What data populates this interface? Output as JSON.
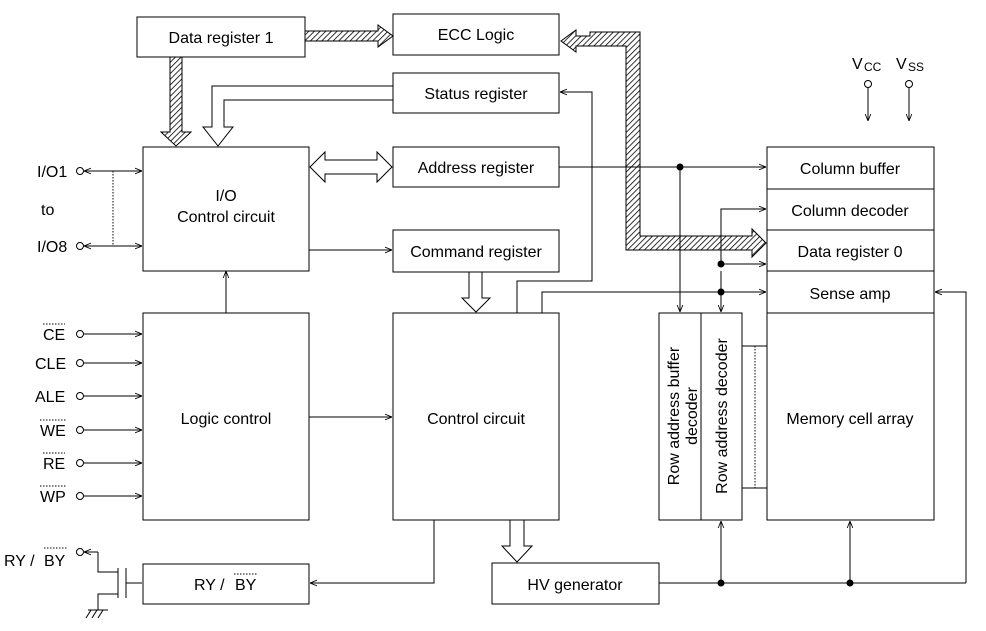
{
  "blocks": {
    "data_register_1": "Data register 1",
    "ecc_logic": "ECC Logic",
    "status_register": "Status register",
    "io_control_1": "I/O",
    "io_control_2": "Control circuit",
    "address_register": "Address register",
    "command_register": "Command register",
    "column_buffer": "Column buffer",
    "column_decoder": "Column decoder",
    "data_register_0": "Data register 0",
    "sense_amp": "Sense amp",
    "logic_control": "Logic control",
    "control_circuit": "Control circuit",
    "row_addr_buffer_1": "Row address buffer",
    "row_addr_buffer_2": "decoder",
    "row_addr_decoder": "Row address decoder",
    "memory_cell_array": "Memory cell array",
    "ry_by_box_ry": "RY /",
    "ry_by_box_by": "BY",
    "hv_generator": "HV generator"
  },
  "pins": {
    "io1": "I/O1",
    "to": "to",
    "io8": "I/O8",
    "ce": "CE",
    "cle": "CLE",
    "ale": "ALE",
    "we": "WE",
    "re": "RE",
    "wp": "WP",
    "ry": "RY /",
    "by": "BY",
    "vcc_main": "V",
    "vcc_sub": "CC",
    "vss_main": "V",
    "vss_sub": "SS"
  }
}
